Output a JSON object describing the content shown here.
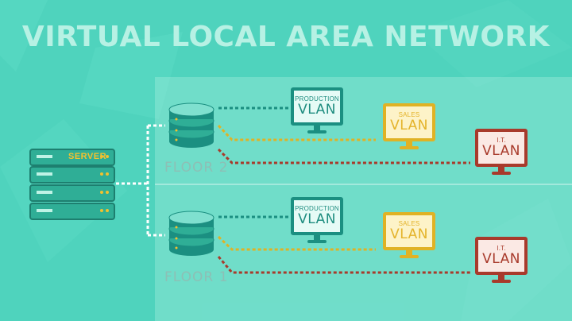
{
  "title": "VIRTUAL LOCAL AREA NETWORK",
  "server": {
    "label": "SERVER"
  },
  "floors": [
    {
      "label": "FLOOR 2",
      "vlans": [
        {
          "top": "PRODUCTION",
          "bottom": "VLAN",
          "color": "#1b8f81"
        },
        {
          "top": "SALES",
          "bottom": "VLAN",
          "color": "#e0b224"
        },
        {
          "top": "I.T.",
          "bottom": "VLAN",
          "color": "#a83a2b"
        }
      ]
    },
    {
      "label": "FLOOR 1",
      "vlans": [
        {
          "top": "PRODUCTION",
          "bottom": "VLAN",
          "color": "#1b8f81"
        },
        {
          "top": "SALES",
          "bottom": "VLAN",
          "color": "#e0b224"
        },
        {
          "top": "I.T.",
          "bottom": "VLAN",
          "color": "#a83a2b"
        }
      ]
    }
  ],
  "colors": {
    "background": "#4fd3bd",
    "title": "#b7f1e4",
    "server_body": "#2fae96",
    "server_label": "#f2c12e",
    "production": "#1b8f81",
    "sales": "#e0b224",
    "it": "#a83a2b"
  }
}
